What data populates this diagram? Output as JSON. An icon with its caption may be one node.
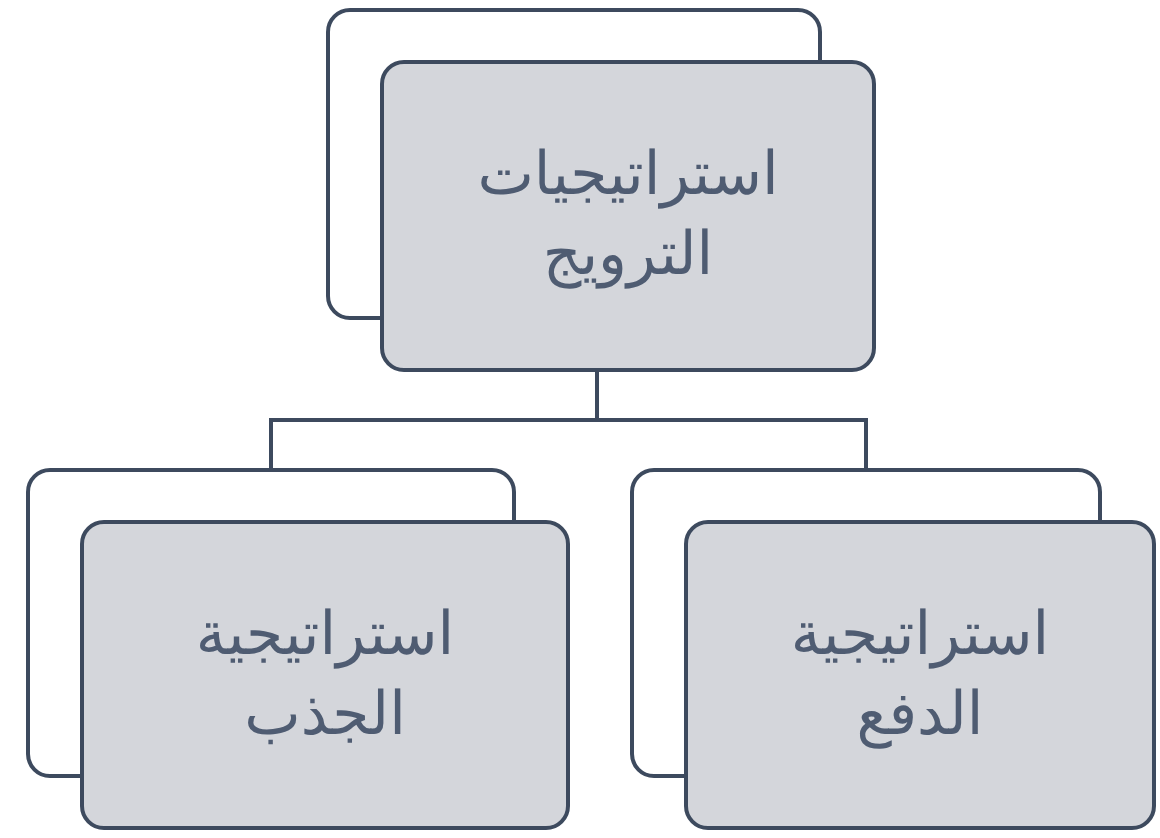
{
  "diagram": {
    "nodes": [
      {
        "text": [
          "استراتيجيات الترويج"
        ]
      },
      {
        "text": [
          "استراتيجية الجذب"
        ]
      },
      {
        "text": [
          "استراتيجية الدفع"
        ]
      }
    ],
    "edges": [
      {
        "from": 0,
        "to": 1,
        "arrow": "none"
      },
      {
        "from": 0,
        "to": 2,
        "arrow": "none"
      }
    ]
  }
}
